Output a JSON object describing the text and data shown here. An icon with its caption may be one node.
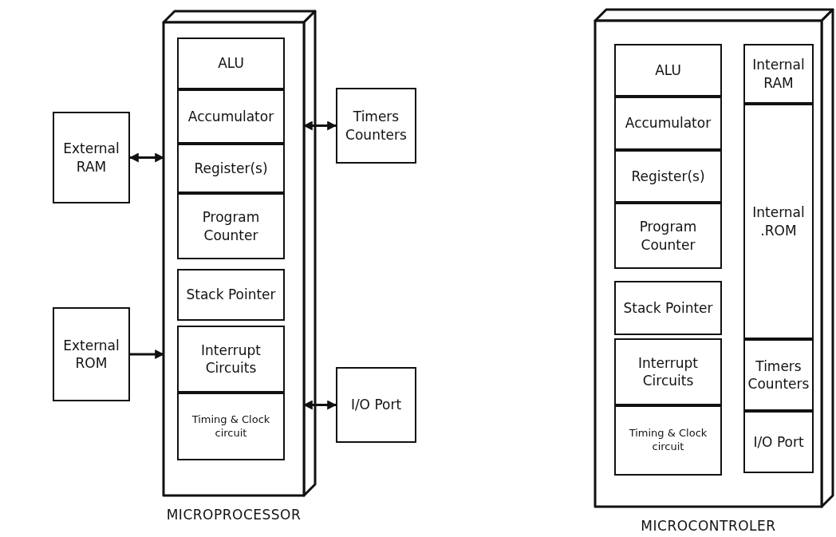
{
  "diagram": {
    "nodes": [
      {
        "text": [
          "MICROPROCESSOR"
        ]
      },
      {
        "text": [
          "ALU"
        ],
        "in": 0
      },
      {
        "text": [
          "Accumulator"
        ],
        "in": 0
      },
      {
        "text": [
          "Register(s)"
        ],
        "in": 0
      },
      {
        "text": [
          "Program Counter"
        ],
        "in": 0
      },
      {
        "text": [
          "Stack Pointer"
        ],
        "in": 0
      },
      {
        "text": [
          "Interrupt Circuits"
        ],
        "in": 0
      },
      {
        "text": [
          "Timing & Clock circuit"
        ],
        "in": 0
      },
      {
        "text": [
          "External RAM"
        ]
      },
      {
        "text": [
          "External ROM"
        ]
      },
      {
        "text": [
          "Timers Counters"
        ]
      },
      {
        "text": [
          "I/O Port"
        ]
      },
      {
        "text": [
          "MICROCONTROLER"
        ]
      },
      {
        "text": [
          "ALU"
        ],
        "in": 12
      },
      {
        "text": [
          "Accumulator"
        ],
        "in": 12
      },
      {
        "text": [
          "Register(s)"
        ],
        "in": 12
      },
      {
        "text": [
          "Program Counter"
        ],
        "in": 12
      },
      {
        "text": [
          "Stack Pointer"
        ],
        "in": 12
      },
      {
        "text": [
          "Interrupt Circuits"
        ],
        "in": 12
      },
      {
        "text": [
          "Timing & Clock circuit"
        ],
        "in": 12
      },
      {
        "text": [
          "Internal RAM"
        ],
        "in": 12
      },
      {
        "text": [
          "Internal .ROM"
        ],
        "in": 12
      },
      {
        "text": [
          "Timers Counters"
        ],
        "in": 12
      },
      {
        "text": [
          "I/O Port"
        ],
        "in": 12
      }
    ],
    "edges": [
      {
        "from": 8,
        "to": 0,
        "arrow": "both"
      },
      {
        "from": 9,
        "to": 0,
        "arrow": "to"
      },
      {
        "from": 0,
        "to": 10,
        "arrow": "both"
      },
      {
        "from": 0,
        "to": 11,
        "arrow": "both"
      }
    ]
  }
}
